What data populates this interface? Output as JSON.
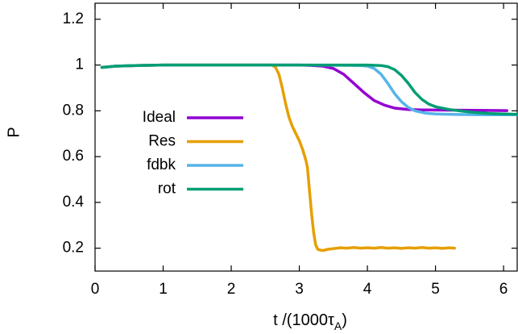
{
  "chart_data": {
    "type": "line",
    "xlabel": "t /(1000τ",
    "xlabel_sub": "A",
    "xlabel_close": ")",
    "ylabel": "P",
    "xlim": [
      0,
      6.2
    ],
    "ylim": [
      0.1,
      1.27
    ],
    "xticks": [
      0,
      1,
      2,
      3,
      4,
      5,
      6
    ],
    "yticks": [
      0.2,
      0.4,
      0.6,
      0.8,
      1,
      1.2
    ],
    "ytick_labels": [
      "0.2",
      "0.4",
      "0.6",
      "0.8",
      "1",
      "1.2"
    ],
    "grid": false,
    "legend_position": "center-left",
    "series": [
      {
        "name": "Ideal",
        "color": "#9400d3",
        "points": [
          [
            0.1,
            0.99
          ],
          [
            0.3,
            0.995
          ],
          [
            0.6,
            0.998
          ],
          [
            1,
            1.0
          ],
          [
            2,
            1.0
          ],
          [
            3,
            1.0
          ],
          [
            3.2,
            0.998
          ],
          [
            3.35,
            0.995
          ],
          [
            3.5,
            0.985
          ],
          [
            3.65,
            0.96
          ],
          [
            3.8,
            0.92
          ],
          [
            3.95,
            0.88
          ],
          [
            4.1,
            0.845
          ],
          [
            4.25,
            0.825
          ],
          [
            4.4,
            0.812
          ],
          [
            4.6,
            0.806
          ],
          [
            4.8,
            0.804
          ],
          [
            5.2,
            0.803
          ],
          [
            5.6,
            0.802
          ],
          [
            6.05,
            0.801
          ]
        ]
      },
      {
        "name": "Res",
        "color": "#e69f00",
        "points": [
          [
            0.1,
            0.99
          ],
          [
            0.3,
            0.995
          ],
          [
            0.6,
            0.998
          ],
          [
            1,
            1.0
          ],
          [
            2,
            1.0
          ],
          [
            2.6,
            1.0
          ],
          [
            2.65,
            0.99
          ],
          [
            2.7,
            0.96
          ],
          [
            2.75,
            0.9
          ],
          [
            2.8,
            0.83
          ],
          [
            2.85,
            0.77
          ],
          [
            2.9,
            0.73
          ],
          [
            2.95,
            0.7
          ],
          [
            3.0,
            0.67
          ],
          [
            3.05,
            0.63
          ],
          [
            3.1,
            0.58
          ],
          [
            3.12,
            0.55
          ],
          [
            3.15,
            0.45
          ],
          [
            3.18,
            0.35
          ],
          [
            3.21,
            0.27
          ],
          [
            3.24,
            0.215
          ],
          [
            3.27,
            0.195
          ],
          [
            3.3,
            0.192
          ],
          [
            3.35,
            0.19
          ],
          [
            3.42,
            0.195
          ],
          [
            3.5,
            0.198
          ],
          [
            3.6,
            0.202
          ],
          [
            3.7,
            0.2
          ],
          [
            3.8,
            0.203
          ],
          [
            3.9,
            0.2
          ],
          [
            4.0,
            0.202
          ],
          [
            4.1,
            0.2
          ],
          [
            4.2,
            0.203
          ],
          [
            4.3,
            0.2
          ],
          [
            4.4,
            0.202
          ],
          [
            4.5,
            0.199
          ],
          [
            4.6,
            0.202
          ],
          [
            4.7,
            0.2
          ],
          [
            4.8,
            0.203
          ],
          [
            4.9,
            0.2
          ],
          [
            5.0,
            0.202
          ],
          [
            5.1,
            0.199
          ],
          [
            5.2,
            0.202
          ],
          [
            5.28,
            0.2
          ]
        ]
      },
      {
        "name": "fdbk",
        "color": "#56b4e9",
        "points": [
          [
            0.1,
            0.99
          ],
          [
            0.3,
            0.995
          ],
          [
            0.6,
            0.998
          ],
          [
            1,
            1.0
          ],
          [
            2,
            1.0
          ],
          [
            3,
            1.0
          ],
          [
            3.9,
            0.998
          ],
          [
            4.0,
            0.995
          ],
          [
            4.1,
            0.985
          ],
          [
            4.2,
            0.96
          ],
          [
            4.3,
            0.92
          ],
          [
            4.4,
            0.875
          ],
          [
            4.5,
            0.84
          ],
          [
            4.6,
            0.815
          ],
          [
            4.7,
            0.8
          ],
          [
            4.85,
            0.79
          ],
          [
            5.0,
            0.786
          ],
          [
            5.3,
            0.784
          ],
          [
            5.7,
            0.783
          ],
          [
            6.2,
            0.783
          ]
        ]
      },
      {
        "name": "rot",
        "color": "#009e73",
        "points": [
          [
            0.1,
            0.99
          ],
          [
            0.3,
            0.995
          ],
          [
            0.6,
            0.998
          ],
          [
            1,
            1.0
          ],
          [
            2,
            1.0
          ],
          [
            3,
            1.0
          ],
          [
            4,
            1.0
          ],
          [
            4.2,
            0.998
          ],
          [
            4.3,
            0.993
          ],
          [
            4.4,
            0.98
          ],
          [
            4.5,
            0.955
          ],
          [
            4.6,
            0.92
          ],
          [
            4.7,
            0.88
          ],
          [
            4.8,
            0.85
          ],
          [
            4.9,
            0.83
          ],
          [
            5.0,
            0.818
          ],
          [
            5.2,
            0.806
          ],
          [
            5.4,
            0.798
          ],
          [
            5.6,
            0.792
          ],
          [
            5.8,
            0.788
          ],
          [
            6.0,
            0.786
          ],
          [
            6.2,
            0.785
          ]
        ]
      }
    ]
  }
}
